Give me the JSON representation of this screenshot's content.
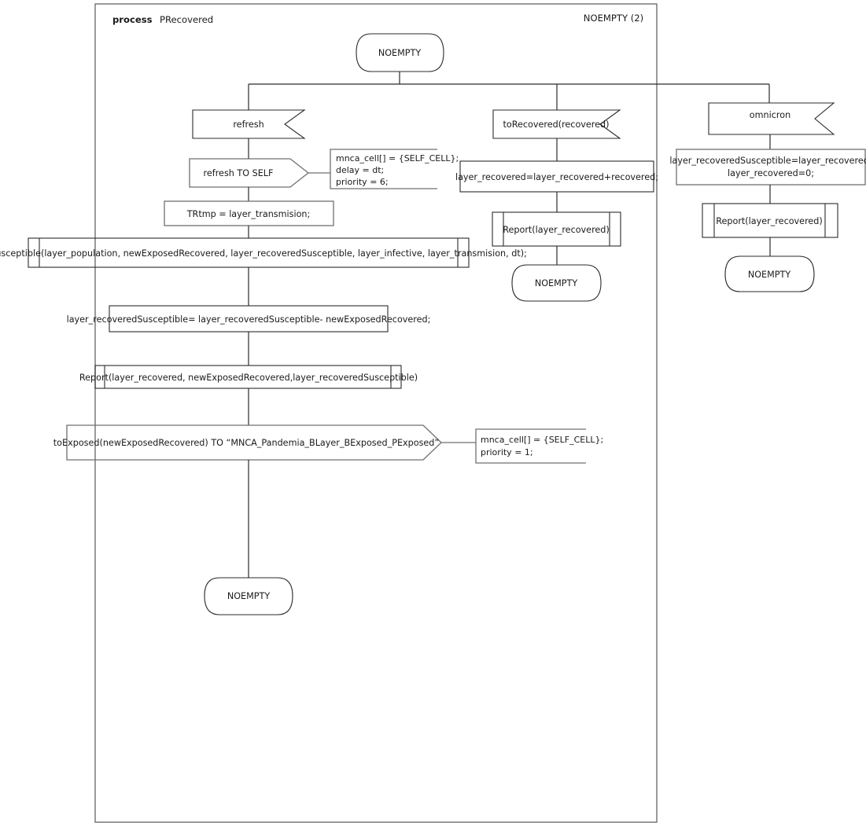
{
  "diagram": {
    "kind": "sdl-process-diagram",
    "header": {
      "keyword": "process",
      "name": "PRecovered",
      "state_ref": "NOEMPTY (2)"
    },
    "colors": {
      "stroke_dark": "#2b2b2b",
      "stroke_mid": "#6f6f6f",
      "shape_fill": "#ffffff",
      "text": "#1a1a1a",
      "background": "#ffffff"
    },
    "start_state": {
      "label": "NOEMPTY"
    },
    "branches": [
      {
        "id": "refresh-branch",
        "nodes": [
          {
            "type": "input",
            "label": "refresh"
          },
          {
            "type": "output",
            "label": "refresh TO SELF"
          },
          {
            "type": "task",
            "label": "TRtmp  = layer_transmision;"
          },
          {
            "type": "procedure",
            "label": "numSusceptible(layer_population, newExposedRecovered, layer_recoveredSusceptible, layer_infective, layer_transmision, dt);"
          },
          {
            "type": "task",
            "label": "layer_recoveredSusceptible= layer_recoveredSusceptible- newExposedRecovered;"
          },
          {
            "type": "procedure",
            "label": "Report(layer_recovered, newExposedRecovered,layer_recoveredSusceptible)"
          },
          {
            "type": "output",
            "label": "toExposed(newExposedRecovered) TO “MNCA_Pandemia_BLayer_BExposed_PExposed”"
          },
          {
            "type": "state",
            "label": "NOEMPTY"
          }
        ],
        "comments": [
          {
            "id": "refresh-self-comment",
            "lines": [
              "mnca_cell[] = {SELF_CELL};",
              "delay = dt;",
              "priority = 6;"
            ]
          },
          {
            "id": "toexposed-comment",
            "lines": [
              "mnca_cell[] = {SELF_CELL};",
              "priority = 1;"
            ]
          }
        ]
      },
      {
        "id": "torecovered-branch",
        "nodes": [
          {
            "type": "input",
            "label": "toRecovered(recovered)"
          },
          {
            "type": "task",
            "label": "layer_recovered=layer_recovered+recovered;"
          },
          {
            "type": "procedure",
            "label": "Report(layer_recovered)"
          },
          {
            "type": "state",
            "label": "NOEMPTY"
          }
        ],
        "comments": []
      },
      {
        "id": "omnicron-branch",
        "nodes": [
          {
            "type": "input",
            "label": "omnicron"
          },
          {
            "type": "task",
            "label_line1": "layer_recoveredSusceptible=layer_recovered;",
            "label_line2": "layer_recovered=0;"
          },
          {
            "type": "procedure",
            "label": "Report(layer_recovered)"
          },
          {
            "type": "state",
            "label": "NOEMPTY"
          }
        ],
        "comments": []
      }
    ]
  }
}
